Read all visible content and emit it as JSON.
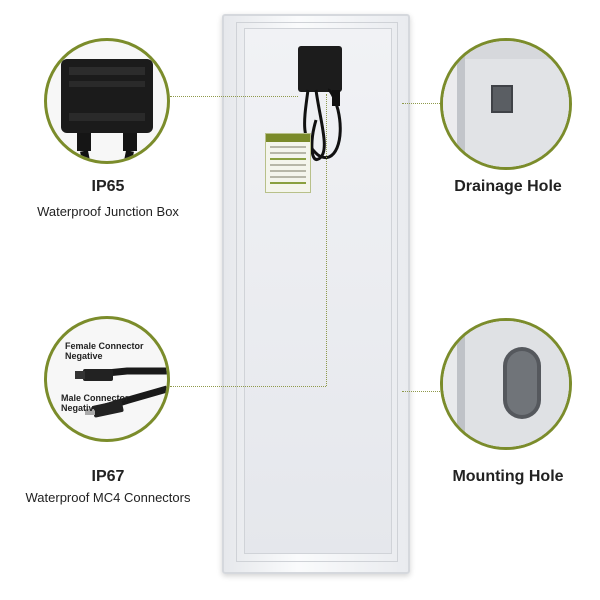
{
  "left_top": {
    "title": "IP65",
    "subtitle": "Waterproof Junction Box"
  },
  "left_bottom": {
    "title": "IP67",
    "subtitle": "Waterproof MC4 Connectors",
    "female_label_line1": "Female Connector",
    "female_label_line2": "Negative",
    "male_label_line1": "Male Connector",
    "male_label_line2": "Negative"
  },
  "right_top": {
    "title": "Drainage Hole"
  },
  "right_bottom": {
    "title": "Mounting Hole"
  },
  "colors": {
    "accent": "#7b8c2b",
    "text": "#222222"
  }
}
